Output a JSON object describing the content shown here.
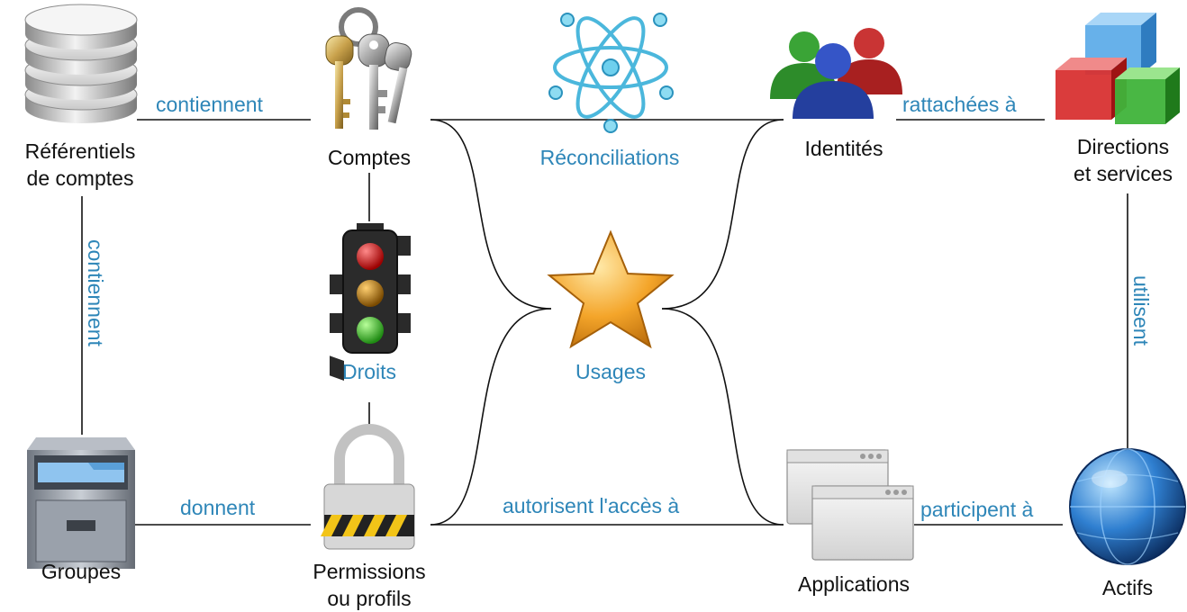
{
  "colors": {
    "relation_text": "#2e86b8",
    "node_text": "#111111",
    "connector": "#111111"
  },
  "nodes": {
    "referentiels": {
      "line1": "Référentiels",
      "line2": "de comptes",
      "icon": "database-icon"
    },
    "comptes": {
      "line1": "Comptes",
      "icon": "keys-icon"
    },
    "reconciliations": {
      "line1": "Réconciliations",
      "icon": "atom-icon"
    },
    "identites": {
      "line1": "Identités",
      "icon": "users-icon"
    },
    "directions": {
      "line1": "Directions",
      "line2": "et services",
      "icon": "cubes-icon"
    },
    "droits": {
      "line1": "Droits",
      "icon": "traffic-light-icon"
    },
    "usages": {
      "line1": "Usages",
      "icon": "star-icon"
    },
    "groupes": {
      "line1": "Groupes",
      "icon": "file-cabinet-icon"
    },
    "permissions": {
      "line1": "Permissions",
      "line2": "ou profils",
      "icon": "padlock-icon"
    },
    "applications": {
      "line1": "Applications",
      "icon": "windows-icon"
    },
    "actifs": {
      "line1": "Actifs",
      "icon": "globe-icon"
    }
  },
  "relations": {
    "contiennent_top": "contiennent",
    "contiennent_left": "contiennent",
    "rattachees": "rattachées à",
    "utilisent": "utilisent",
    "donnent": "donnent",
    "autorisent": "autorisent l'accès à",
    "participent": "participent à"
  }
}
